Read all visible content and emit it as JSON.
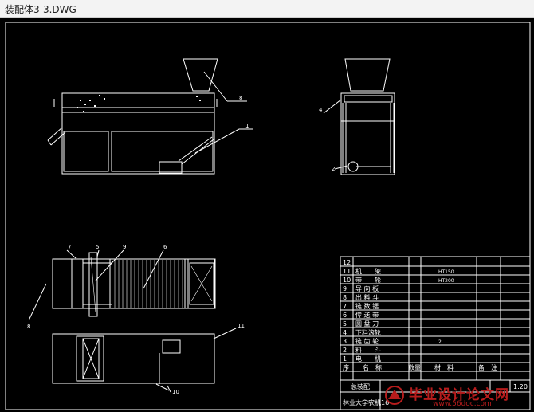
{
  "window": {
    "title": "装配体3-3.DWG"
  },
  "callouts": {
    "front_feed": "8",
    "front_motor": "1",
    "side_left": "4",
    "side_bottom": "2",
    "top_a": "7",
    "top_b": "5",
    "top_c": "9",
    "top_d": "6",
    "top_left": "8",
    "bottom_right": "11",
    "bottom_stand": "10"
  },
  "bom": {
    "rows": [
      {
        "no": "12",
        "name": "",
        "material": ""
      },
      {
        "no": "11",
        "name": "机　　架",
        "material": "HT150"
      },
      {
        "no": "10",
        "name": "带　　轮",
        "material": "HT200"
      },
      {
        "no": "9",
        "name": "导 向 板",
        "material": ""
      },
      {
        "no": "8",
        "name": "出 料 斗",
        "material": ""
      },
      {
        "no": "7",
        "name": "链 数 锯",
        "material": ""
      },
      {
        "no": "6",
        "name": "传 送 带",
        "material": ""
      },
      {
        "no": "5",
        "name": "圆 盘 刀",
        "material": ""
      },
      {
        "no": "4",
        "name": "下料滚轮",
        "material": ""
      },
      {
        "no": "3",
        "name": "链 齿 轮",
        "material": "2"
      },
      {
        "no": "2",
        "name": "料　　斗",
        "material": ""
      },
      {
        "no": "1",
        "name": "电　　机",
        "material": ""
      }
    ],
    "header": {
      "seq": "序",
      "name": "名　称",
      "qty": "数量",
      "material": "材　料",
      "remark": "备　注"
    },
    "title_left": "总装配",
    "title_right": "1:20",
    "school": "林业大学农机16"
  },
  "watermark": {
    "main": "毕业设计论文网",
    "url": "www.56doc.com"
  },
  "colors": {
    "canvas": "#000000",
    "lines": "#ffffff",
    "watermark": "#b71c1c"
  }
}
